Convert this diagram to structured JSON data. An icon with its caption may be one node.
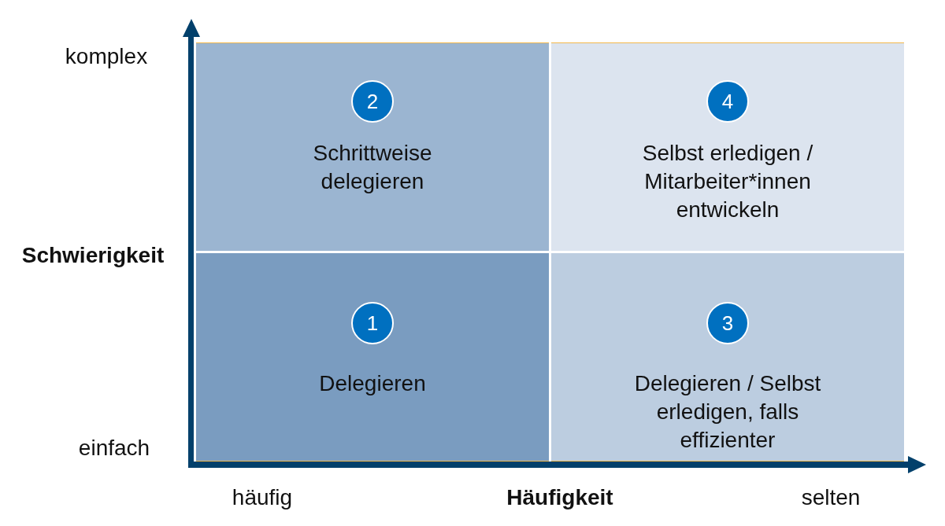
{
  "diagram": {
    "nodes": [
      {
        "text": [
          "Schrittweise delegieren"
        ]
      },
      {
        "text": [
          "2"
        ],
        "in": 0
      },
      {
        "text": [
          "Selbst erledigen / Mitarbeiter*innen entwickeln"
        ]
      },
      {
        "text": [
          "4"
        ],
        "in": 2
      },
      {
        "text": [
          "Delegieren"
        ]
      },
      {
        "text": [
          "1"
        ],
        "in": 4
      },
      {
        "text": [
          "Delegieren / Selbst erledigen, falls effizienter"
        ]
      },
      {
        "text": [
          "3"
        ],
        "in": 6
      }
    ],
    "labels": [
      "komplex",
      "Schwierigkeit",
      "einfach",
      "häufig",
      "Häufigkeit",
      "selten"
    ]
  }
}
